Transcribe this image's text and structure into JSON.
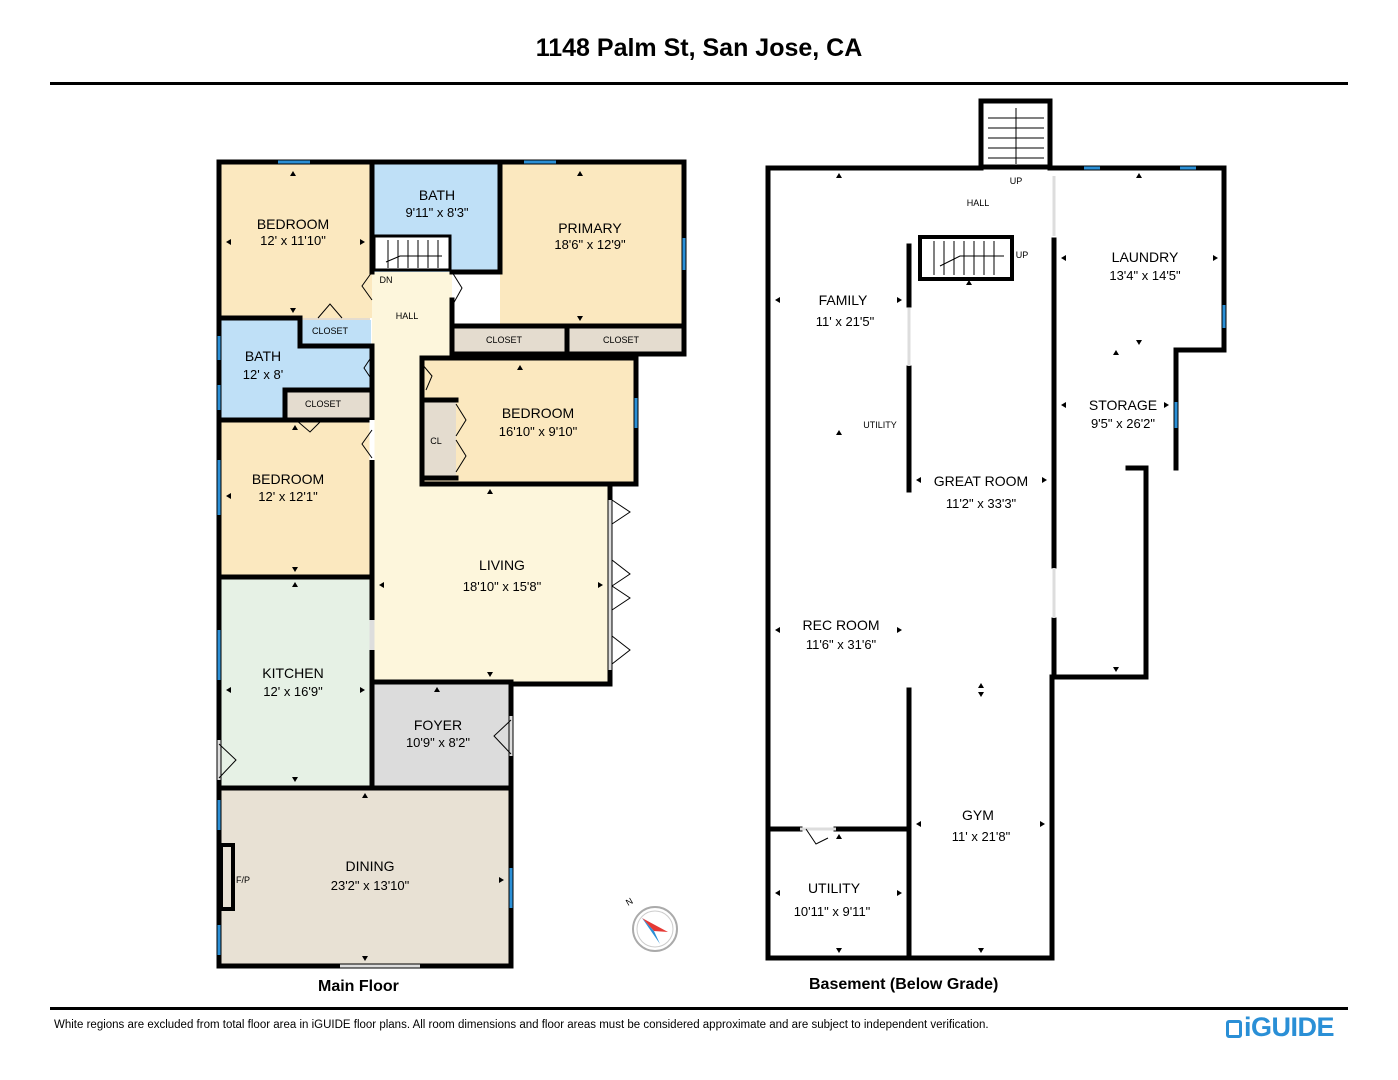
{
  "title": "1148 Palm St, San Jose, CA",
  "colors": {
    "bedroom": "#fbe8bf",
    "bath": "#bfe0f7",
    "closet": "#e4dccf",
    "hall": "#fdf6dc",
    "kitchen": "#e6f1e5",
    "foyer": "#dcdcdc",
    "dining": "#e8e1d4",
    "wall": "#000000",
    "window": "#2a8fd6",
    "compass_red": "#e53935",
    "compass_blue": "#2a8fd6",
    "brand": "#2a8fd6"
  },
  "main_floor": {
    "caption": "Main Floor",
    "rooms": [
      {
        "name": "BEDROOM",
        "dims": "12' x 11'10\""
      },
      {
        "name": "BATH",
        "dims": "9'11\" x 8'3\""
      },
      {
        "name": "PRIMARY",
        "dims": "18'6\" x 12'9\""
      },
      {
        "name": "BATH",
        "dims": "12' x 8'"
      },
      {
        "name": "BEDROOM",
        "dims": "16'10\" x 9'10\""
      },
      {
        "name": "BEDROOM",
        "dims": "12' x 12'1\""
      },
      {
        "name": "LIVING",
        "dims": "18'10\" x 15'8\""
      },
      {
        "name": "KITCHEN",
        "dims": "12' x 16'9\""
      },
      {
        "name": "FOYER",
        "dims": "10'9\" x 8'2\""
      },
      {
        "name": "DINING",
        "dims": "23'2\" x 13'10\""
      }
    ],
    "labels": {
      "closet": "CLOSET",
      "cl": "CL",
      "hall": "HALL",
      "dn": "DN",
      "fp": "F/P",
      "compass": "N"
    }
  },
  "basement": {
    "caption": "Basement (Below Grade)",
    "rooms": [
      {
        "name": "FAMILY",
        "dims": "11' x 21'5\""
      },
      {
        "name": "LAUNDRY",
        "dims": "13'4\" x 14'5\""
      },
      {
        "name": "STORAGE",
        "dims": "9'5\" x 26'2\""
      },
      {
        "name": "GREAT ROOM",
        "dims": "11'2\" x 33'3\""
      },
      {
        "name": "REC ROOM",
        "dims": "11'6\" x 31'6\""
      },
      {
        "name": "GYM",
        "dims": "11' x 21'8\""
      },
      {
        "name": "UTILITY",
        "dims": "10'11\" x 9'11\""
      }
    ],
    "labels": {
      "hall": "HALL",
      "up": "UP",
      "utility": "UTILITY"
    }
  },
  "footer": {
    "note": "White regions are excluded from total floor area in iGUIDE floor plans. All room dimensions and floor areas must be considered approximate and are subject to independent verification.",
    "logo": "iGUIDE"
  }
}
